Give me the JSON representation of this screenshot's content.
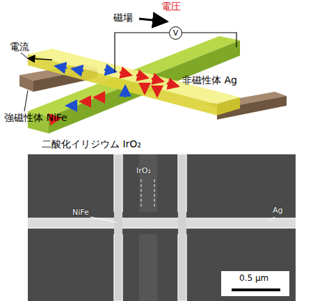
{
  "diagram": {
    "nodes": [
      {
        "text": [
          "V"
        ]
      }
    ],
    "labels": [
      "磁場",
      "電圧",
      "電流",
      "非磁性体 Ag",
      "強磁性体 NiFe",
      "二酸化イリジウム IrO₂",
      "IrO₂",
      "NiFe",
      "Ag",
      "0.5 μm"
    ]
  }
}
